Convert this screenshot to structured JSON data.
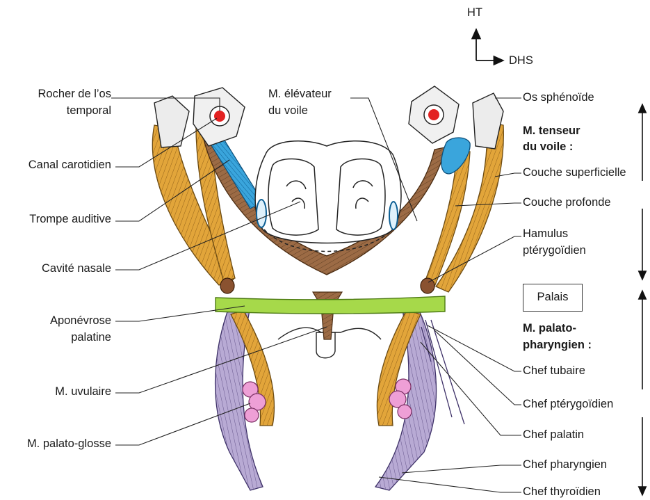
{
  "orientation": {
    "up": "HT",
    "right": "DHS"
  },
  "labels_left": {
    "rocher_1": "Rocher de l’os",
    "rocher_2": "temporal",
    "canal": "Canal carotidien",
    "trompe": "Trompe auditive",
    "cavite": "Cavité nasale",
    "apon_1": "Aponévrose",
    "apon_2": "palatine",
    "uvulaire": "M. uvulaire",
    "palato_glosse": "M. palato-glosse"
  },
  "labels_center": {
    "elevateur_1": "M. élévateur",
    "elevateur_2": "du voile"
  },
  "labels_right": {
    "sphenoide": "Os sphénoïde",
    "tenseur_1": "M. tenseur",
    "tenseur_2": "du voile :",
    "couche_sup": "Couche superficielle",
    "couche_prof": "Couche profonde",
    "hamulus_1": "Hamulus",
    "hamulus_2": "ptérygoïdien",
    "palais": "Palais",
    "palato_phar_1": "M. palato-",
    "palato_phar_2": "pharyngien :",
    "chef_tubaire": "Chef tubaire",
    "chef_pterygoidien": "Chef ptérygoïdien",
    "chef_palatin": "Chef palatin",
    "chef_pharyngien": "Chef pharyngien",
    "chef_thyroidien": "Chef thyroïdien"
  },
  "colors": {
    "muscle_orange": "#e0a235",
    "muscle_brown": "#9c6b45",
    "aponeurosis_green": "#a6d94a",
    "tube_blue": "#3aa5dc",
    "pharyngeal_lilac": "#b7a9d3",
    "glosse_pink": "#ee9fd6",
    "artery_red": "#e32222"
  }
}
